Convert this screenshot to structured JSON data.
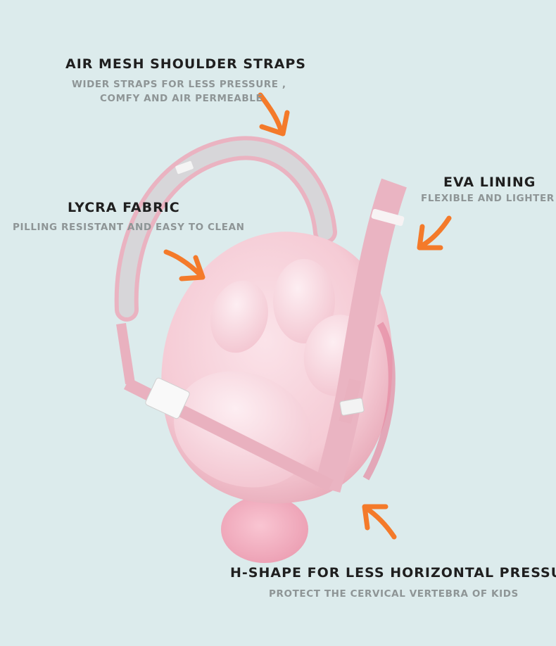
{
  "features": {
    "shoulder_straps": {
      "title": "AIR MESH SHOULDER STRAPS",
      "line1": "WIDER STRAPS FOR LESS PRESSURE ,",
      "line2": "COMFY AND AIR PERMEABLE"
    },
    "eva_lining": {
      "title": "EVA LINING",
      "desc": "FLEXIBLE AND LIGHTER"
    },
    "lycra_fabric": {
      "title": "LYCRA FABRIC",
      "desc": "PILLING RESISTANT AND EASY TO CLEAN"
    },
    "h_shape": {
      "title": "H-SHAPE FOR LESS HORIZONTAL PRESSURE",
      "desc": "PROTECT THE CERVICAL VERTEBRA OF KIDS"
    }
  },
  "colors": {
    "background": "#dcebec",
    "arrow": "#f47a2a",
    "bag_pink": "#f4c9d3",
    "strap_pink": "#ecb8c4",
    "mesh_gray": "#d9d9db"
  }
}
